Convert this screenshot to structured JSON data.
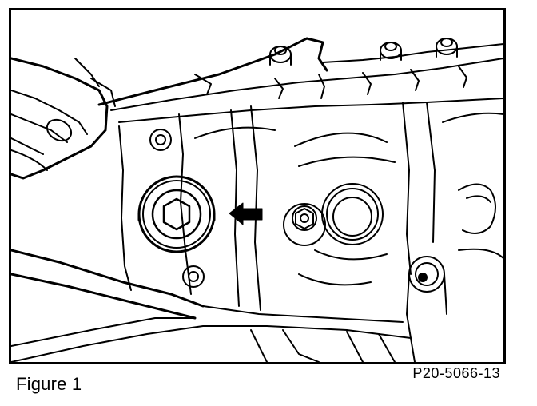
{
  "figure": {
    "caption": "Figure 1",
    "reference_code": "P20-5066-13"
  },
  "illustration": {
    "highlighted_part": "drain plug",
    "indicator": "arrow pointing left"
  }
}
